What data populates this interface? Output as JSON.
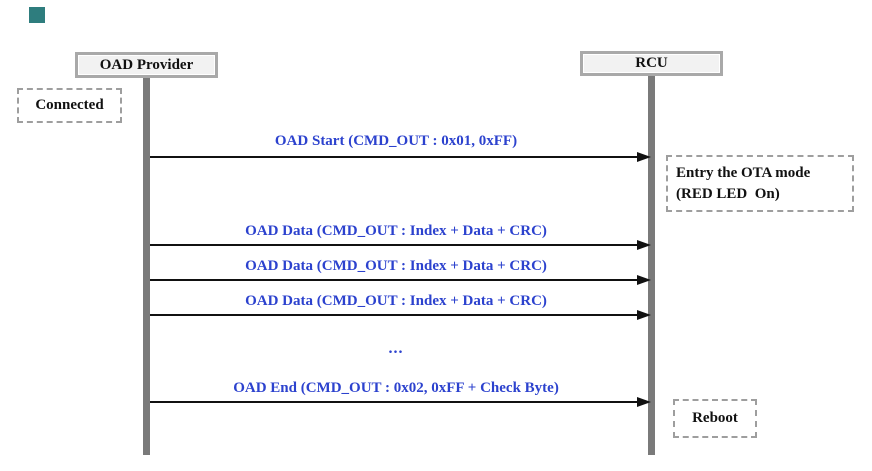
{
  "colors": {
    "label_blue": "#2c42ce",
    "lifeline_gray": "#7a7a7a",
    "actor_border_gray": "#a9a9a9",
    "actor_fill": "#f2f2f2",
    "teal_marker": "#2e7d7e"
  },
  "actors": {
    "provider": "OAD Provider",
    "rcu": "RCU"
  },
  "messages": [
    {
      "label": "OAD Start (CMD_OUT : 0x01, 0xFF)"
    },
    {
      "label": "OAD Data (CMD_OUT : Index + Data + CRC)"
    },
    {
      "label": "OAD Data (CMD_OUT : Index + Data + CRC)"
    },
    {
      "label": "OAD Data (CMD_OUT : Index + Data + CRC)"
    },
    {
      "label": "OAD End (CMD_OUT : 0x02, 0xFF + Check Byte)"
    }
  ],
  "ellipsis": "...",
  "notes": {
    "connected": "Connected",
    "ota_line1": "Entry the OTA mode",
    "ota_line2": "(RED LED  On)",
    "reboot": "Reboot"
  }
}
